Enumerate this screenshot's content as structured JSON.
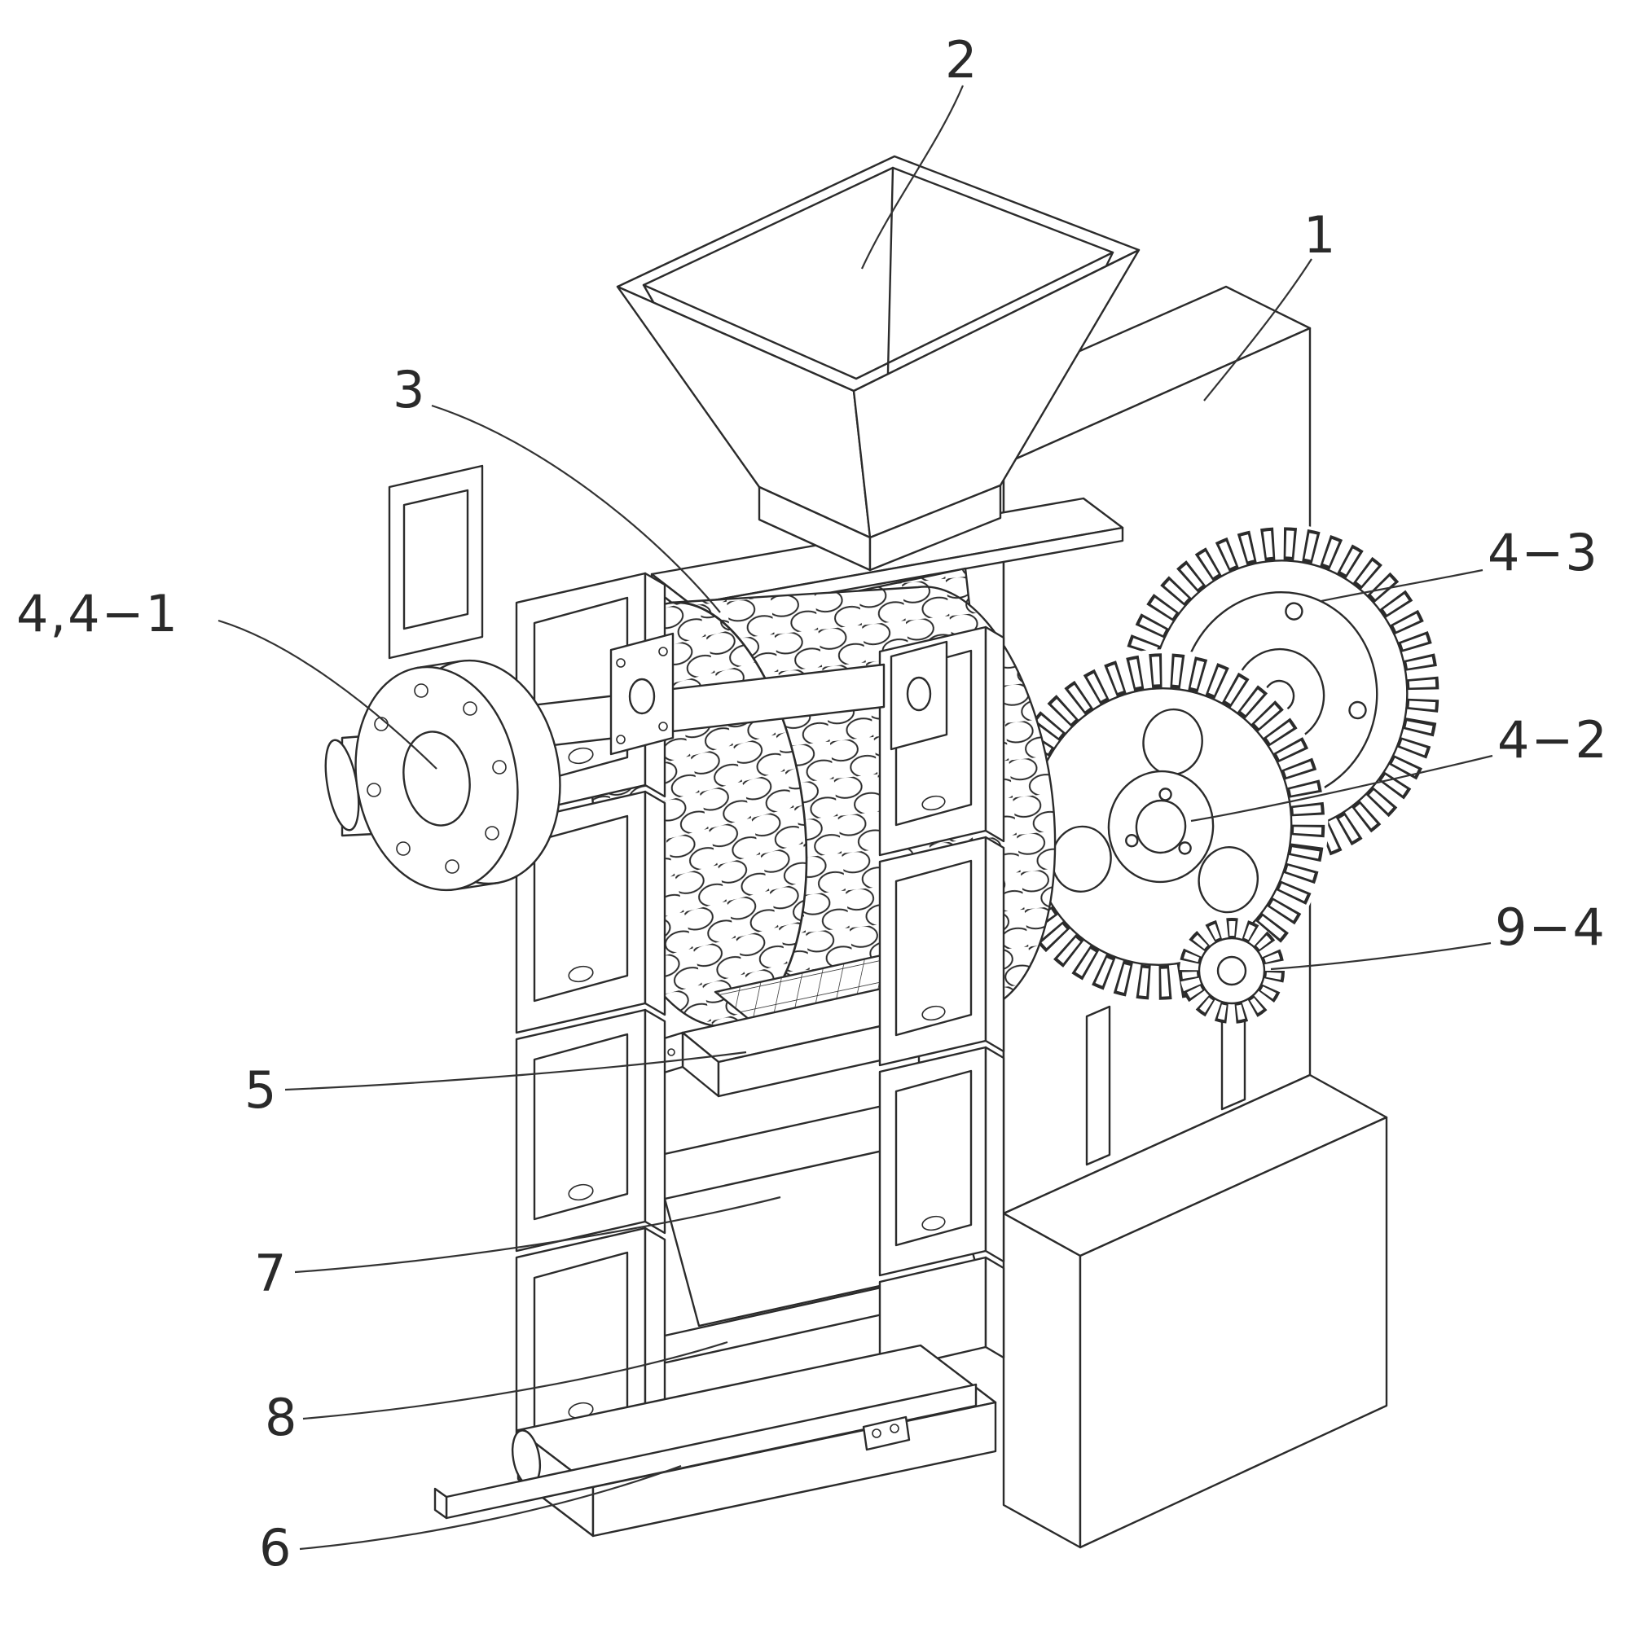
{
  "figure": {
    "background": "#ffffff",
    "line_color": "#2b2b2b",
    "labels": [
      {
        "id": "2",
        "text": "2"
      },
      {
        "id": "1",
        "text": "1"
      },
      {
        "id": "3",
        "text": "3"
      },
      {
        "id": "4_4_1",
        "text": "4,4−1"
      },
      {
        "id": "4_3",
        "text": "4−3"
      },
      {
        "id": "4_2",
        "text": "4−2"
      },
      {
        "id": "9_4",
        "text": "9−4"
      },
      {
        "id": "5",
        "text": "5"
      },
      {
        "id": "7",
        "text": "7"
      },
      {
        "id": "8",
        "text": "8"
      },
      {
        "id": "6",
        "text": "6"
      }
    ]
  }
}
